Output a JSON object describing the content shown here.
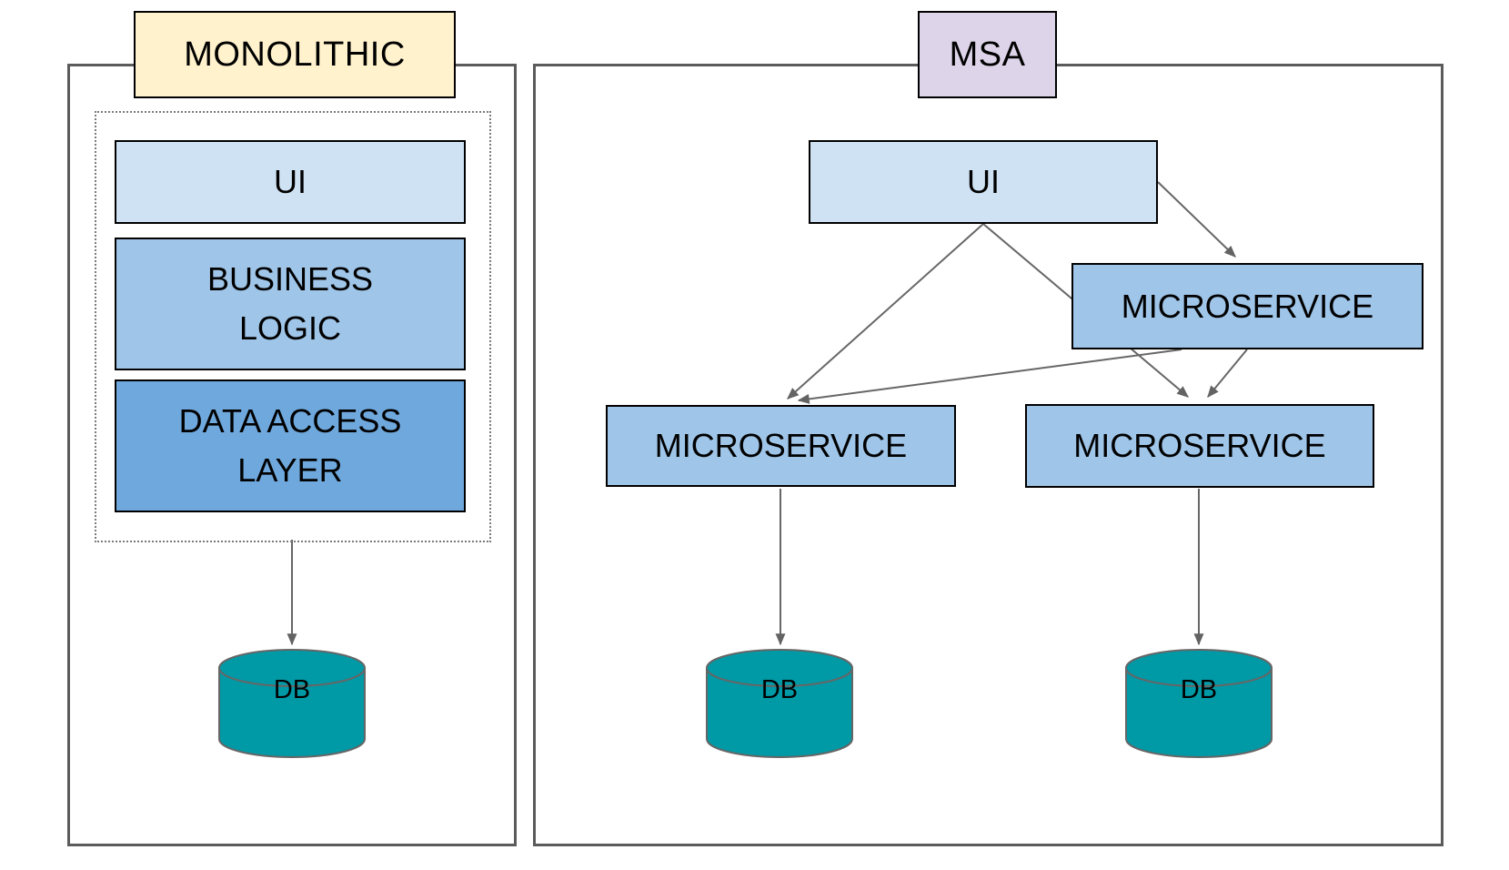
{
  "monolithic": {
    "title": "MONOLITHIC",
    "layers": [
      {
        "label": "UI"
      },
      {
        "label": "BUSINESS LOGIC"
      },
      {
        "label": "DATA ACCESS LAYER"
      }
    ],
    "database": {
      "label": "DB"
    }
  },
  "msa": {
    "title": "MSA",
    "ui": {
      "label": "UI"
    },
    "microservices": [
      {
        "label": "MICROSERVICE"
      },
      {
        "label": "MICROSERVICE"
      },
      {
        "label": "MICROSERVICE"
      }
    ],
    "databases": [
      {
        "label": "DB"
      },
      {
        "label": "DB"
      }
    ]
  },
  "colors": {
    "monolithic_label_fill": "#FFF2CC",
    "msa_label_fill": "#DDD4E9",
    "ui_fill": "#CFE2F3",
    "business_logic_fill": "#9FC5E8",
    "microservice_fill": "#9FC5E8",
    "data_access_fill": "#6FA8DC",
    "db_cylinder_fill": "#0099A6",
    "arrow_color": "#666666",
    "box_border": "#000000",
    "container_border": "#5B5B5B"
  }
}
